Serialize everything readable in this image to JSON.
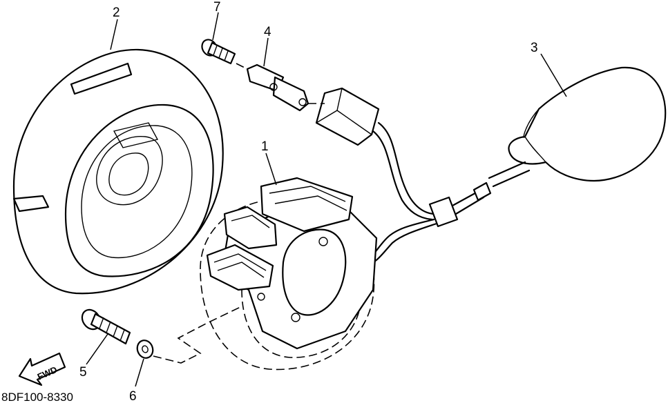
{
  "diagram_code": "8DF100-8330",
  "fwd_label": "FWD",
  "callouts": [
    {
      "id": "1",
      "label": "1"
    },
    {
      "id": "2",
      "label": "2"
    },
    {
      "id": "3",
      "label": "3"
    },
    {
      "id": "4",
      "label": "4"
    },
    {
      "id": "5",
      "label": "5"
    },
    {
      "id": "6",
      "label": "6"
    },
    {
      "id": "7",
      "label": "7"
    }
  ]
}
